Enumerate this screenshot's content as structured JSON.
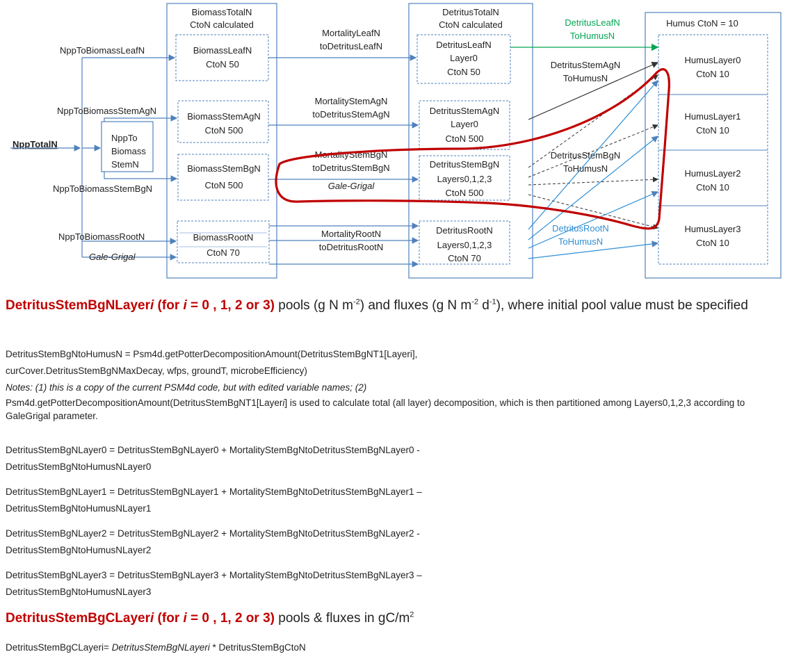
{
  "diagram": {
    "npp_total": "NppTotalN",
    "npp_leaf": "NppToBiomassLeafN",
    "npp_stem_ag": "NppToBiomassStemAgN",
    "npp_stem_bg": "NppToBiomassStemBgN",
    "npp_root": "NppToBiomassRootN",
    "npp_stem_box": [
      "NppTo",
      "Biomass",
      "StemN"
    ],
    "gale_grigal": "Gale-Grigal",
    "biomass_header": [
      "BiomassTotalN",
      "CtoN  calculated"
    ],
    "biomass_leaf": [
      "BiomassLeafN",
      "CtoN  50"
    ],
    "biomass_stem_ag": [
      "BiomassStemAgN",
      "CtoN  500"
    ],
    "biomass_stem_bg": [
      "BiomassStemBgN",
      "CtoN  500"
    ],
    "biomass_root": [
      "BiomassRootN",
      "CtoN  70"
    ],
    "mort_leaf": [
      "MortalityLeafN",
      "toDetritusLeafN"
    ],
    "mort_stem_ag": [
      "MortalityStemAgN",
      "toDetritusStemAgN"
    ],
    "mort_stem_bg": [
      "MortalityStemBgN",
      "toDetritusStemBgN"
    ],
    "mort_root": [
      "MortalityRootN",
      "toDetritusRootN"
    ],
    "detritus_header": [
      "DetritusTotalN",
      "CtoN  calculated"
    ],
    "detritus_leaf": [
      "DetritusLeafN",
      "Layer0",
      "CtoN  50"
    ],
    "detritus_stem_ag": [
      "DetritusStemAgN",
      "Layer0",
      "CtoN  500"
    ],
    "detritus_stem_bg": [
      "DetritusStemBgN",
      "Layers0,1,2,3",
      "CtoN  500"
    ],
    "detritus_root": [
      "DetritusRootN",
      "Layers0,1,2,3",
      "CtoN  70"
    ],
    "flux_leaf_humus": [
      "DetritusLeafN",
      "ToHumusN"
    ],
    "flux_stemag_humus": [
      "DetritusStemAgN",
      "ToHumusN"
    ],
    "flux_stembg_humus": [
      "DetritusStemBgN",
      "ToHumusN"
    ],
    "flux_root_humus": [
      "DetritusRootN",
      "ToHumusN"
    ],
    "humus_header": "Humus CtoN  = 10",
    "humus_layer0": [
      "HumusLayer0",
      "CtoN  10"
    ],
    "humus_layer1": [
      "HumusLayer1",
      "CtoN 10"
    ],
    "humus_layer2": [
      "HumusLayer2",
      "CtoN 10"
    ],
    "humus_layer3": [
      "HumusLayer3",
      "CtoN 10"
    ]
  },
  "heading1": {
    "name": "DetritusStemBgNLayer",
    "i": "i",
    "for_open": "  (for ",
    "i2": "i",
    "for_rest": " = 0 , 1, 2 or 3)",
    "text_a": " pools (g N m",
    "sup1": "-2",
    "text_b": ") and fluxes  (g N m",
    "sup2": "-2",
    "text_c": " d",
    "sup3": "-1",
    "text_d": "), where initial pool value must be specified"
  },
  "code1": "DetritusStemBgNtoHumusN = Psm4d.getPotterDecompositionAmount(DetritusStemBgNT1[Layeri],",
  "code2": "curCover.DetritusStemBgNMaxDecay,  wfps, groundT,  microbeEfficiency)",
  "notes": "Notes: (1) this is a copy of the current PSM4d code, but with edited variable names;  (2)",
  "para_a": "Psm4d.getPotterDecompositionAmount(DetritusStemBgNT1[Layer",
  "para_i": "i",
  "para_b": "] is used to calculate total (all layer) decomposition, which is then partitioned among Layers0,1,2,3  according to GaleGrigal parameter.",
  "eq0a": "DetritusStemBgNLayer0 = DetritusStemBgNLayer0 + MortalityStemBgNtoDetritusStemBgNLayer0  -",
  "eq0b": "DetritusStemBgNtoHumusNLayer0",
  "eq1a": "DetritusStemBgNLayer1 = DetritusStemBgNLayer1 + MortalityStemBgNtoDetritusStemBgNLayer1 –",
  "eq1b": "DetritusStemBgNtoHumusNLayer1",
  "eq2a": "DetritusStemBgNLayer2 = DetritusStemBgNLayer2 + MortalityStemBgNtoDetritusStemBgNLayer2  -",
  "eq2b": "DetritusStemBgNtoHumusNLayer2",
  "eq3a": "DetritusStemBgNLayer3 = DetritusStemBgNLayer3 + MortalityStemBgNtoDetritusStemBgNLayer3 –",
  "eq3b": "DetritusStemBgNtoHumusNLayer3",
  "heading2": {
    "name": "DetritusStemBgCLayer",
    "i": "i",
    "for_open": "  (for ",
    "i2": "i",
    "for_rest": " = 0 , 1, 2 or 3)",
    "text_a": " pools & fluxes  in gC/m",
    "sup": "2"
  },
  "last_a": "DetritusStemBgCLayeri= ",
  "last_i": "DetritusStemBgNLayeri",
  "last_b": "   * DetritusStemBgCtoN",
  "colors": {
    "box": "#4f81bd",
    "red_outline": "#c00000",
    "green": "#00a651",
    "heading_red": "#c00000"
  }
}
